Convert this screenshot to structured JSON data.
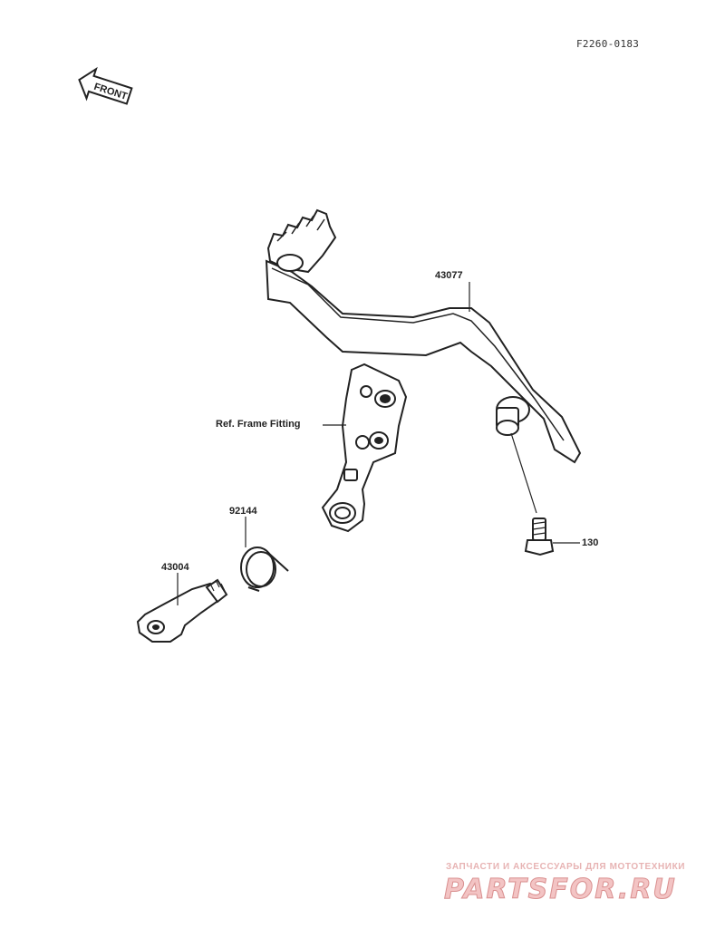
{
  "header": {
    "doc_code": "F2260-0183",
    "front_badge": "FRONT"
  },
  "parts": [
    {
      "id": "43077",
      "label": "43077"
    },
    {
      "id": "frame",
      "label": "Ref. Frame Fitting"
    },
    {
      "id": "92144",
      "label": "92144"
    },
    {
      "id": "43004",
      "label": "43004"
    },
    {
      "id": "130",
      "label": "130"
    }
  ],
  "watermark": {
    "line": "ЗАПЧАСТИ И АКСЕССУАРЫ ДЛЯ МОТОТЕХНИКИ",
    "logo": "PARTSFOR.RU"
  },
  "colors": {
    "ink": "#222222",
    "part_fill": "#ffffff",
    "watermark": "#f3c4c4"
  }
}
